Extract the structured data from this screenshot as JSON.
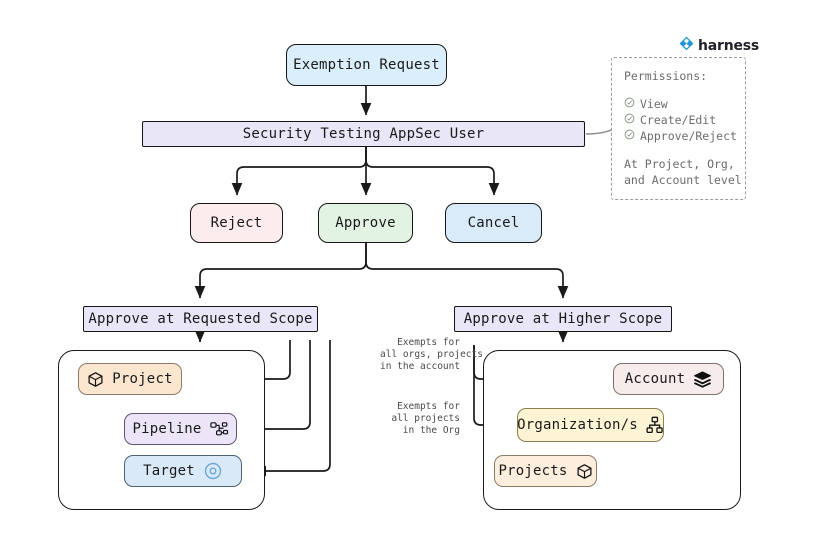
{
  "brand": {
    "name": "harness",
    "logo_icon": "harness-diamond-icon",
    "color": "#2196d4"
  },
  "nodes": {
    "exemption_request": {
      "label": "Exemption Request",
      "color": "#dbeefb"
    },
    "appsec_user": {
      "label": "Security Testing AppSec User",
      "color": "#e9e6f7"
    },
    "reject": {
      "label": "Reject",
      "color": "#fcecee"
    },
    "approve": {
      "label": "Approve",
      "color": "#e2f3e4"
    },
    "cancel": {
      "label": "Cancel",
      "color": "#d9eaf9"
    },
    "scope_requested": {
      "label": "Approve at Requested Scope",
      "color": "#e9e6f7"
    },
    "scope_higher": {
      "label": "Approve at Higher Scope",
      "color": "#e9e6f7"
    },
    "project": {
      "label": "Project",
      "icon": "cube-icon",
      "color": "#fbe7cf"
    },
    "pipeline": {
      "label": "Pipeline",
      "icon": "pipeline-nodes-icon",
      "color": "#ece5f7"
    },
    "target": {
      "label": "Target",
      "icon": "target-ring-icon",
      "color": "#d9e9f8"
    },
    "account": {
      "label": "Account",
      "icon": "layers-icon",
      "color": "#f6ecec"
    },
    "organizations": {
      "label": "Organization/s",
      "icon": "org-chart-icon",
      "color": "#fcf4d4"
    },
    "projects": {
      "label": "Projects",
      "icon": "cube-icon",
      "color": "#fdeedd"
    }
  },
  "edge_labels": {
    "account_scope": "Exempts for\nall orgs, projects\nin the account",
    "org_scope": "Exempts for\nall projects\nin the Org"
  },
  "permissions": {
    "title": "Permissions:",
    "items": [
      {
        "icon": "check-circle-icon",
        "label": "View"
      },
      {
        "icon": "check-circle-icon",
        "label": "Create/Edit"
      },
      {
        "icon": "check-circle-icon",
        "label": "Approve/Reject"
      }
    ],
    "footer_line1": "At Project, Org,",
    "footer_line2": "and Account level"
  }
}
